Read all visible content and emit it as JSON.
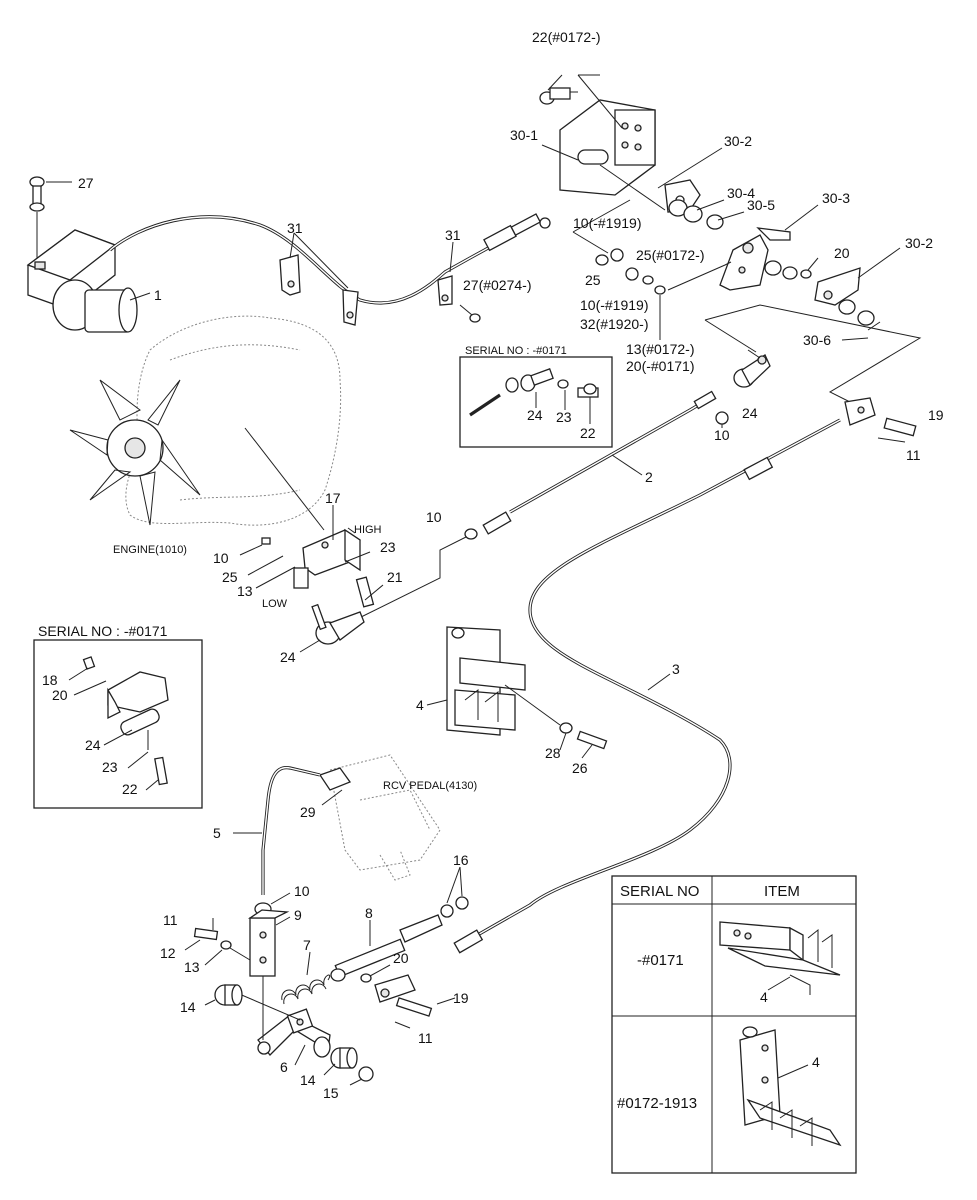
{
  "labels": {
    "l_22_top": "22(#0172-)",
    "l_27_left": "27",
    "l_30_1": "30-1",
    "l_30_2_a": "30-2",
    "l_30_4": "30-4",
    "l_30_5": "30-5",
    "l_30_3": "30-3",
    "l_20_r": "20",
    "l_30_2_b": "30-2",
    "l_30_6": "30-6",
    "l_10_1919_a": "10(-#1919)",
    "l_31_a": "31",
    "l_31_b": "31",
    "l_25_a": "25",
    "l_27_0274": "27(#0274-)",
    "l_25_0172": "25(#0172-)",
    "l_10_1919_b": "10(-#1919)",
    "l_32_1920": "32(#1920-)",
    "l_13_0172": "13(#0172-)",
    "l_20_0171": "20(-#0171)",
    "l_1": "1",
    "l_24_r": "24",
    "l_10_r": "10",
    "l_19_r": "19",
    "l_11_r": "11",
    "l_2": "2",
    "l_17": "17",
    "l_high": "HIGH",
    "l_low": "LOW",
    "l_engine": "ENGINE(1010)",
    "l_10_e": "10",
    "l_25_e": "25",
    "l_13_e": "13",
    "l_23_e": "23",
    "l_21": "21",
    "l_24_e": "24",
    "l_10_m": "10",
    "l_3": "3",
    "l_4": "4",
    "l_28": "28",
    "l_26": "26",
    "l_rcv": "RCV PEDAL(4130)",
    "l_29": "29",
    "l_5": "5",
    "l_10_b": "10",
    "l_9": "9",
    "l_11_b": "11",
    "l_12": "12",
    "l_13_b": "13",
    "l_7": "7",
    "l_8": "8",
    "l_16": "16",
    "l_20_b": "20",
    "l_19_b": "19",
    "l_11_b2": "11",
    "l_14_a": "14",
    "l_6": "6",
    "l_14_b": "14",
    "l_15": "15"
  },
  "inset_serial_small": {
    "title": "SERIAL NO : -#0171",
    "parts": [
      "24",
      "23",
      "22"
    ]
  },
  "inset_serial_left": {
    "title": "SERIAL NO : -#0171",
    "parts": [
      "18",
      "20",
      "24",
      "23",
      "22"
    ]
  },
  "serial_table": {
    "headers": [
      "SERIAL NO",
      "ITEM"
    ],
    "rows": [
      {
        "serial": "-#0171",
        "item_label": "4"
      },
      {
        "serial": "#0172-1913",
        "item_label": "4"
      }
    ]
  }
}
